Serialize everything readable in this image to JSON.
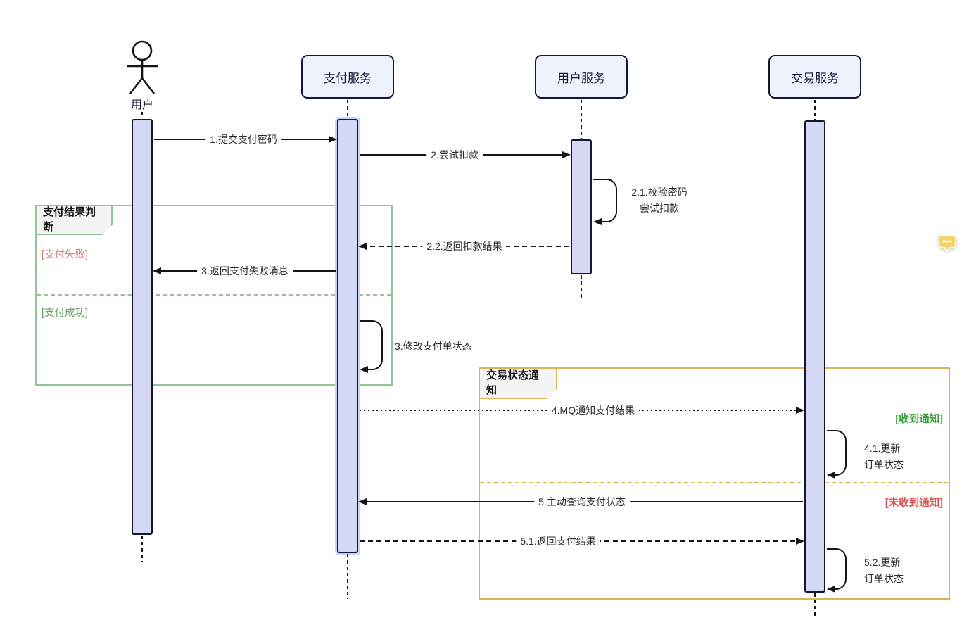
{
  "actor": {
    "label": "用户"
  },
  "participants": [
    {
      "label": "支付服务"
    },
    {
      "label": "用户服务"
    },
    {
      "label": "交易服务"
    }
  ],
  "frames": {
    "payment_result": {
      "title": "支付结果判断",
      "guards": [
        {
          "text": "[支付失败]"
        },
        {
          "text": "[支付成功]"
        }
      ]
    },
    "trade_notify": {
      "title": "交易状态通知",
      "guards": [
        {
          "text": "[收到通知]"
        },
        {
          "text": "[未收到通知]"
        }
      ]
    }
  },
  "messages": [
    {
      "text": "1.提交支付密码",
      "type": "solid",
      "from": "用户",
      "to": "支付服务"
    },
    {
      "text": "2.尝试扣款",
      "type": "solid",
      "from": "支付服务",
      "to": "用户服务"
    },
    {
      "line1": "2.1.校验密码",
      "line2": "尝试扣款",
      "type": "self",
      "on": "用户服务"
    },
    {
      "text": "2.2.返回扣款结果",
      "type": "dashed",
      "from": "用户服务",
      "to": "支付服务"
    },
    {
      "text": "3.返回支付失败消息",
      "type": "solid",
      "from": "支付服务",
      "to": "用户"
    },
    {
      "text": "3.修改支付单状态",
      "type": "self",
      "on": "支付服务"
    },
    {
      "text": "4.MQ通知支付结果",
      "type": "dotted",
      "from": "支付服务",
      "to": "交易服务"
    },
    {
      "line1": "4.1.更新",
      "line2": "订单状态",
      "type": "self",
      "on": "交易服务"
    },
    {
      "text": "5.主动查询支付状态",
      "type": "solid",
      "from": "交易服务",
      "to": "支付服务"
    },
    {
      "text": "5.1.返回支付结果",
      "type": "dashed",
      "from": "支付服务",
      "to": "交易服务"
    },
    {
      "line1": "5.2.更新",
      "line2": "订单状态",
      "type": "self",
      "on": "交易服务"
    }
  ],
  "icons": {
    "comment_marker": "comment-bubble"
  },
  "colors": {
    "activation_fill": "#d4d8f2",
    "participant_fill": "#edf2fc",
    "frame_green": "#95c596",
    "frame_yellow": "#d8b654",
    "guard_fail": "#d97c7c",
    "guard_success": "#61a361",
    "guard_received": "#35a035",
    "guard_not_received": "#e14b4b",
    "selection_halo": "#c3d7fb",
    "comment_yellow": "#f2d46b"
  }
}
